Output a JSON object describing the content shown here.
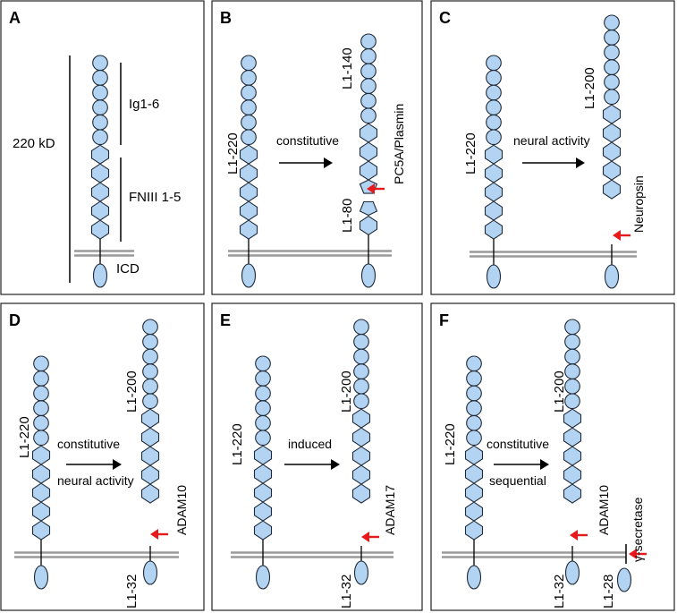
{
  "colors": {
    "domain_fill": "#b3d3f3",
    "domain_stroke": "#1e2a38",
    "membrane": "#9a9a9a",
    "arrow_red": "#e8191b",
    "arrow_black": "#000000"
  },
  "panels": {
    "A": {
      "letter": "A",
      "size_label": "220 kD",
      "ig_label": "Ig1-6",
      "fn_label": "FNIII 1-5",
      "icd_label": "ICD"
    },
    "B": {
      "letter": "B",
      "full_label": "L1-220",
      "arrow_label": "constitutive",
      "upper_fragment": "L1-140",
      "lower_fragment": "L1-80",
      "protease": "PC5A/Plasmin"
    },
    "C": {
      "letter": "C",
      "full_label": "L1-220",
      "arrow_label": "neural activity",
      "upper_fragment": "L1-200",
      "protease": "Neuropsin"
    },
    "D": {
      "letter": "D",
      "full_label": "L1-220",
      "arrow_label_top": "constitutive",
      "arrow_label_bottom": "neural activity",
      "upper_fragment": "L1-200",
      "lower_fragment": "L1-32",
      "protease": "ADAM10"
    },
    "E": {
      "letter": "E",
      "full_label": "L1-220",
      "arrow_label_top": "induced",
      "upper_fragment": "L1-200",
      "lower_fragment": "L1-32",
      "protease": "ADAM17"
    },
    "F": {
      "letter": "F",
      "full_label": "L1-220",
      "arrow_label_top": "constitutive",
      "arrow_label_bottom": "sequential",
      "upper_fragment": "L1-200",
      "lower_fragment": "L1-32",
      "icd_fragment": "L1-28",
      "protease": "ADAM10",
      "protease2": "γ-secretase"
    }
  }
}
